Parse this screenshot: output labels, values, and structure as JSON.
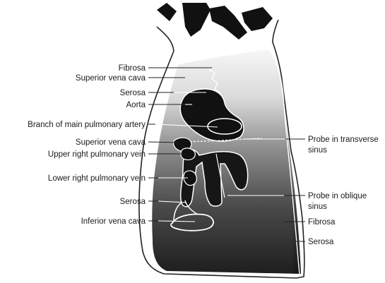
{
  "labels_left": [
    {
      "id": "fibrosa-top",
      "text": "Fibrosa"
    },
    {
      "id": "svc-top",
      "text": "Superior vena cava"
    },
    {
      "id": "serosa-top",
      "text": "Serosa"
    },
    {
      "id": "aorta",
      "text": "Aorta"
    },
    {
      "id": "pulm-branch",
      "text": "Branch of main pulmonary artery"
    },
    {
      "id": "svc-mid",
      "text": "Superior vena cava"
    },
    {
      "id": "upper-rpv",
      "text": "Upper right pulmonary vein"
    },
    {
      "id": "lower-rpv",
      "text": "Lower right pulmonary vein"
    },
    {
      "id": "serosa-mid",
      "text": "Serosa"
    },
    {
      "id": "ivc",
      "text": "Inferior vena cava"
    }
  ],
  "labels_right": [
    {
      "id": "probe-transverse",
      "lines": [
        "Probe in transverse",
        "sinus"
      ]
    },
    {
      "id": "probe-oblique",
      "lines": [
        "Probe in oblique",
        "sinus"
      ]
    },
    {
      "id": "fibrosa-bottom",
      "text": "Fibrosa"
    },
    {
      "id": "serosa-bottom",
      "text": "Serosa"
    }
  ],
  "colors": {
    "background": "#ffffff",
    "outline": "#222222",
    "vessel_black": "#111111",
    "gradient_top": "#f2f2f2",
    "gradient_mid": "#8a8a8a",
    "gradient_bottom": "#262626"
  }
}
